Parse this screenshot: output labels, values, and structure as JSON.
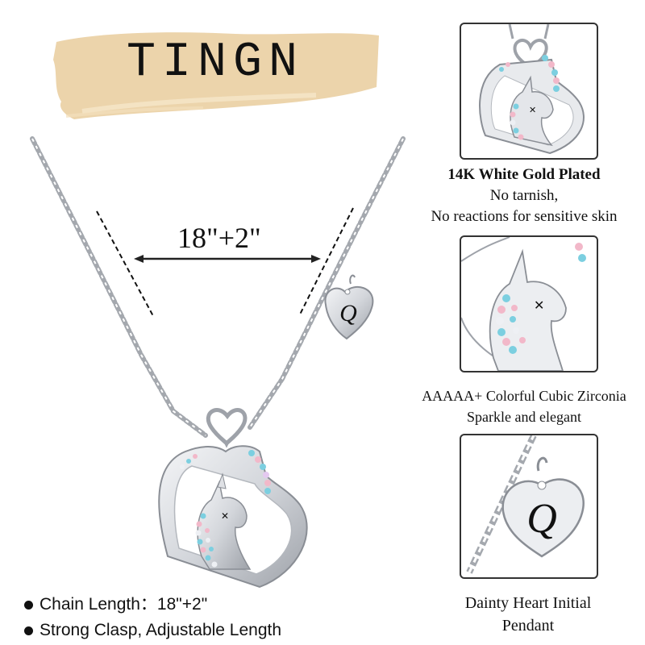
{
  "brand": {
    "name": "TINGN",
    "banner_color": "#ecd4ab"
  },
  "main_image": {
    "measurement_label": "18\"+2\"",
    "charm_initial": "Q",
    "alt": "Silver heart unicorn necklace with Q initial heart charm"
  },
  "features": [
    {
      "label": "Chain Length：18\"+2\""
    },
    {
      "label": "Strong Clasp, Adjustable Length"
    }
  ],
  "panels": [
    {
      "subject": "heart-unicorn-pendant",
      "caption_lines": [
        "14K White Gold Plated",
        "No tarnish,",
        "No reactions for sensitive skin"
      ]
    },
    {
      "subject": "unicorn-closeup",
      "caption_lines": [
        "AAAAA+ Colorful Cubic Zirconia",
        "Sparkle and elegant"
      ]
    },
    {
      "subject": "initial-heart-charm",
      "charm_initial": "Q",
      "caption_lines": [
        "Dainty Heart Initial",
        "Pendant"
      ]
    }
  ],
  "colors": {
    "silver": "#c9ccd1",
    "silver_dark": "#8a8e95",
    "gem_pink": "#f2b8c9",
    "gem_blue": "#7ccfe0",
    "gem_white": "#eef0f4",
    "panel_border": "#333333"
  }
}
